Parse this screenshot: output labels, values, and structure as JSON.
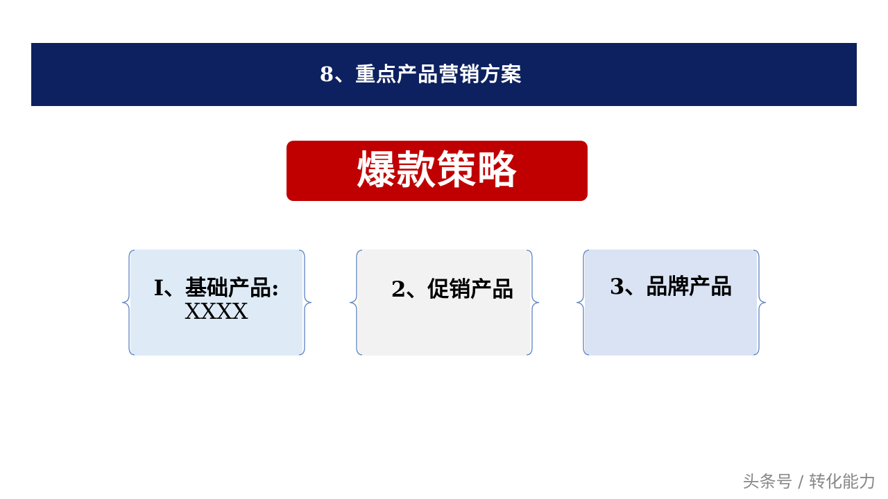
{
  "header": {
    "title": "8、重点产品营销方案"
  },
  "banner": {
    "label": "爆款策略"
  },
  "cards": [
    {
      "line1": "I、基础产品:",
      "line2": "XXXX"
    },
    {
      "line1": "2、促销产品"
    },
    {
      "line1": "3、品牌产品"
    }
  ],
  "watermark": {
    "text": "头条号 / 转化能力"
  },
  "colors": {
    "header_bg": "#0d2160",
    "banner_bg": "#c00000",
    "card1_bg": "#deebf7",
    "card2_bg": "#f2f2f2",
    "card3_bg": "#dae3f3",
    "brace_stroke": "#5b82c4"
  }
}
